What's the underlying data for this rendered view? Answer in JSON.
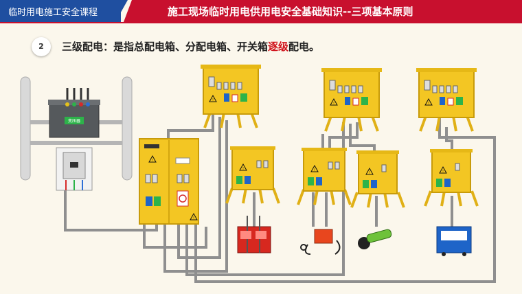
{
  "header": {
    "course_title": "临时用电施工安全课程",
    "slide_title": "施工现场临时用电供用电安全基础知识--三项基本原则"
  },
  "item": {
    "number": "2",
    "text_before": "三级配电：是指总配电箱、分配电箱、开关箱",
    "text_highlight": "逐级",
    "text_after": "配电。"
  },
  "diagram": {
    "transformer_label": "变压器",
    "colors": {
      "box_fill": "#f3c623",
      "box_border": "#c89b0a",
      "cable": "#8f8f8f",
      "header_red": "#c8102e",
      "header_blue": "#1f4fa0"
    },
    "equipment": [
      "hoist-icon",
      "welder-icon",
      "grinder-icon",
      "blue-machine-icon"
    ]
  }
}
